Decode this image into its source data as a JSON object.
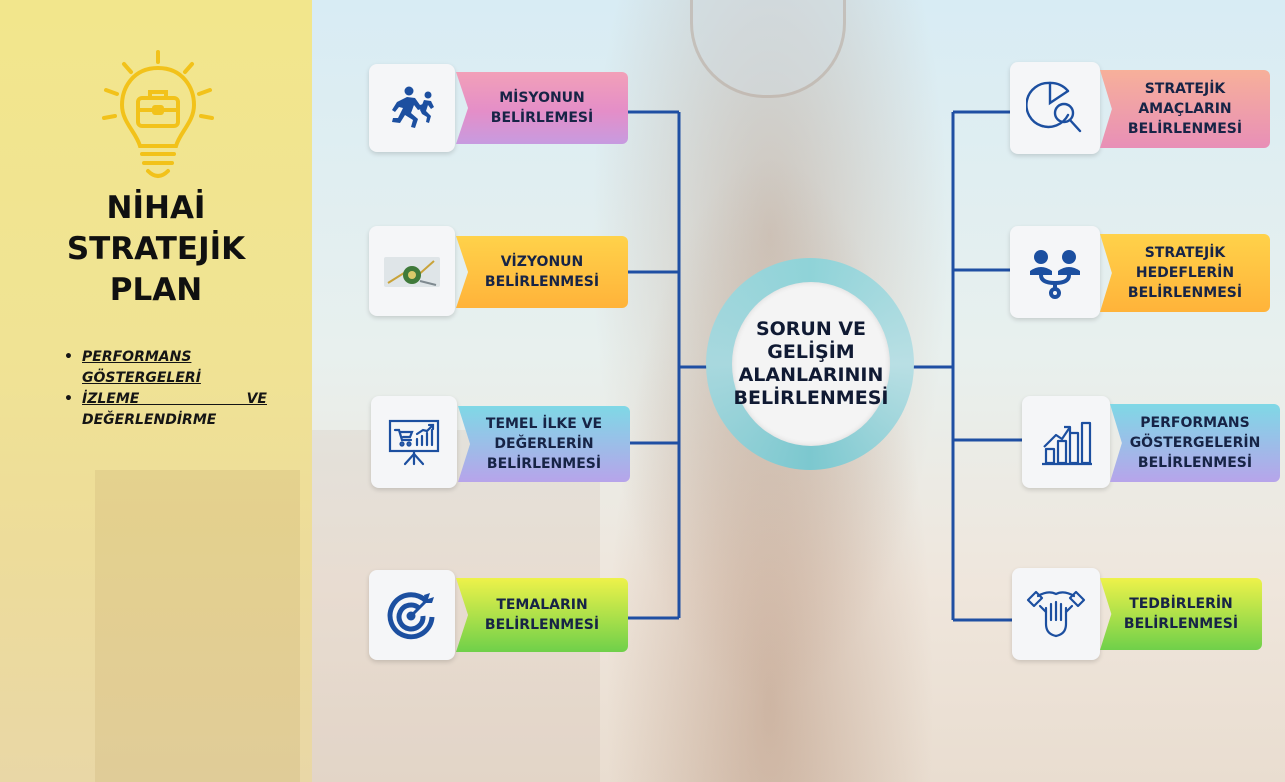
{
  "sidebar": {
    "title_lines": [
      "NİHAİ",
      "STRATEJİK",
      "PLAN"
    ],
    "items": [
      {
        "line1": "PERFORMANS",
        "line2": "GÖSTERGELERİ"
      },
      {
        "line1": "İZLEME VE",
        "line2": "DEĞERLENDİRME"
      }
    ]
  },
  "center": {
    "lines": [
      "SORUN VE",
      "GELİŞİM",
      "ALANLARININ",
      "BELİRLENMESİ"
    ]
  },
  "left_nodes": [
    {
      "icon": "running-people-icon",
      "lines": [
        "MİSYONUN",
        "BELİRLEMESİ"
      ]
    },
    {
      "icon": "compass-vision-icon",
      "lines": [
        "VİZYONUN",
        "BELİRLENMESİ"
      ]
    },
    {
      "icon": "presentation-chart-icon",
      "lines": [
        "TEMEL İLKE VE",
        "DEĞERLERİN",
        "BELİRLENMESİ"
      ]
    },
    {
      "icon": "target-icon",
      "lines": [
        "TEMALARIN",
        "BELİRLENMESİ"
      ]
    }
  ],
  "right_nodes": [
    {
      "icon": "chart-magnifier-icon",
      "lines": [
        "STRATEJİK",
        "AMAÇLARIN",
        "BELİRLENMESİ"
      ]
    },
    {
      "icon": "hierarchy-icon",
      "lines": [
        "STRATEJİK",
        "HEDEFLERİN",
        "BELİRLENMESİ"
      ]
    },
    {
      "icon": "bar-growth-icon",
      "lines": [
        "PERFORMANS",
        "GÖSTERGELERİN",
        "BELİRLENMESİ"
      ]
    },
    {
      "icon": "handshake-icon",
      "lines": [
        "TEDBİRLERİN",
        "BELİRLENMESİ"
      ]
    }
  ],
  "colors": {
    "connector": "#1f4fa3",
    "icon": "#1c4fa0",
    "bulb": "#f2c21a",
    "title": "#101010"
  }
}
